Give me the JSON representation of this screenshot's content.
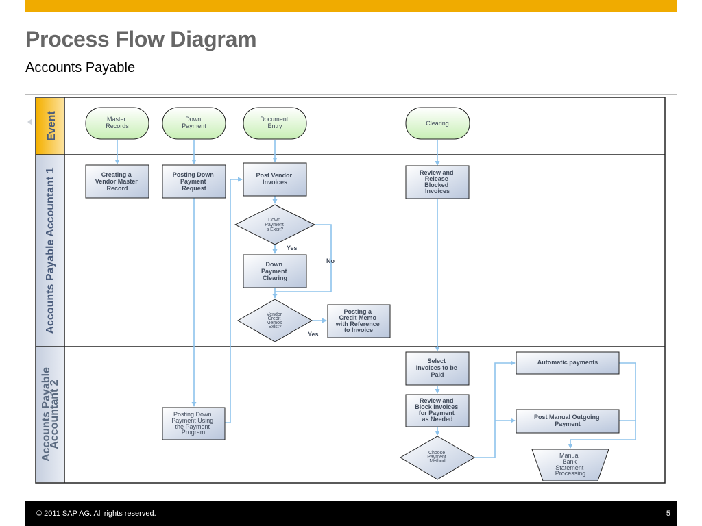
{
  "header": {
    "title": "Process Flow Diagram",
    "subtitle": "Accounts Payable"
  },
  "footer": {
    "copyright": "©  2011 SAP AG. All rights reserved.",
    "page_number": "5"
  },
  "colors": {
    "brand_bar": "#f0ab00",
    "event_lane": "#f5b400",
    "lane_header": "#d4dbe8",
    "event_fill": "#d9f5cc",
    "task_fill": "#dde3ef",
    "connector": "#8ec3ec"
  },
  "diagram": {
    "lanes": {
      "event": "Event",
      "accountant1": "Accounts Payable Accountant 1",
      "accountant2_line1": "Accounts Payable",
      "accountant2_line2": "Accountant 2"
    },
    "events": {
      "master_records": [
        "Master",
        "Records"
      ],
      "down_payment": [
        "Down",
        "Payment"
      ],
      "document_entry": [
        "Document",
        "Entry"
      ],
      "clearing": [
        "Clearing"
      ]
    },
    "tasks": {
      "creating_vendor": [
        "Creating a",
        "Vendor Master",
        "Record"
      ],
      "posting_down_payment_request": [
        "Posting Down",
        "Payment",
        "Request"
      ],
      "post_vendor_invoices": [
        "Post Vendor",
        "Invoices"
      ],
      "review_release": [
        "Review and",
        "Release",
        "Blocked",
        "Invoices"
      ],
      "down_payment_clearing": [
        "Down",
        "Payment",
        "Clearing"
      ],
      "posting_credit_memo": [
        "Posting a",
        "Credit Memo",
        "with Reference",
        "to Invoice"
      ],
      "select_invoices": [
        "Select",
        "Invoices to be",
        "Paid"
      ],
      "review_block": [
        "Review and",
        "Block Invoices",
        "for Payment",
        "as Needed"
      ],
      "posting_down_payment_program": [
        "Posting Down",
        "Payment Using",
        "the Payment",
        "Program"
      ],
      "automatic_payments": [
        "Automatic payments"
      ],
      "post_manual_outgoing": [
        "Post Manual Outgoing",
        "Payment"
      ]
    },
    "decisions": {
      "down_payments_exist": [
        "Down",
        "Payment",
        "s Exist?"
      ],
      "vendor_credit_memos_exist": [
        "Vendor",
        "Credit",
        "Memos",
        "Exist?"
      ],
      "choose_payment_method": [
        "Choose",
        "Payment",
        "Method"
      ]
    },
    "manual_ops": {
      "manual_bank_statement": [
        "Manual",
        "Bank",
        "Statement",
        "Processing"
      ]
    },
    "edge_labels": {
      "yes_down_payments": "Yes",
      "no_down_payments": "No",
      "yes_credit_memos": "Yes"
    }
  }
}
